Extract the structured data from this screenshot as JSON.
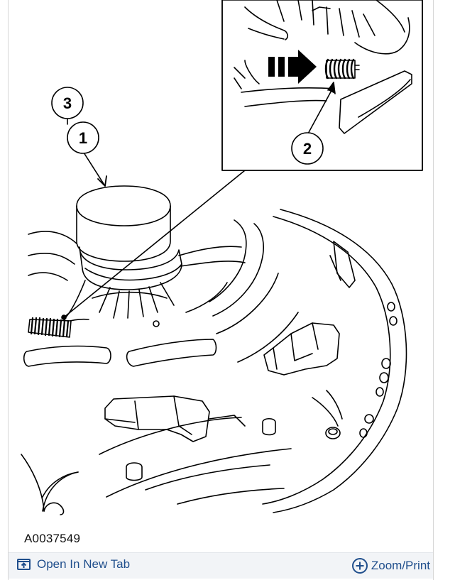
{
  "figure": {
    "id": "A0037549",
    "callouts": [
      "1",
      "2",
      "3"
    ]
  },
  "toolbar": {
    "open_label": "Open In New Tab",
    "zoom_label": "Zoom/Print"
  },
  "colors": {
    "link": "#1f4e8c",
    "toolbar_bg": "#f2f4f7"
  },
  "icons": {
    "open": "open-in-new-tab-icon",
    "zoom": "zoom-plus-circle-icon"
  }
}
